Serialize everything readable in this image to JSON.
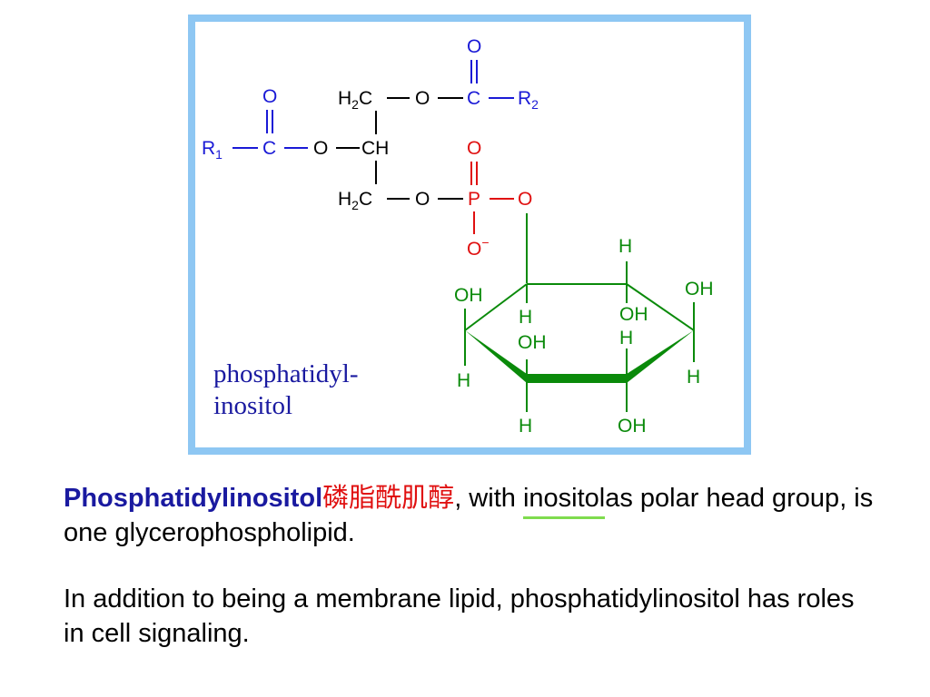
{
  "colors": {
    "frame": "#8ec7f3",
    "blue": "#1a1ad6",
    "red": "#e01010",
    "green": "#0a8a0a",
    "black": "#000000",
    "underline": "#7fdc4e",
    "caption": "#1a1aa0",
    "term": "#1a1aa0"
  },
  "structure": {
    "caption_line1": "phosphatidyl-",
    "caption_line2": "inositol",
    "glycerol": {
      "h": "H",
      "c": "C",
      "sub2": "2",
      "ch": "CH",
      "ester_o_top": "O",
      "ester_o_bottom": "O"
    },
    "acyl_top": {
      "carbonyl_o": "O",
      "carbon": "C",
      "r": "R",
      "r_sub": "2"
    },
    "acyl_left": {
      "carbonyl_o": "O",
      "carbon": "C",
      "ester_o": "O",
      "r": "R",
      "r_sub": "1"
    },
    "phosphate": {
      "p": "P",
      "o_double": "O",
      "o_bridge": "O",
      "o_minus": "O",
      "minus": "−"
    },
    "inositol": {
      "oh": "OH",
      "h": "H"
    }
  },
  "text": {
    "term": "Phosphatidylinositol",
    "term_cn": "磷脂酰肌醇",
    "p1_a": ", with ",
    "p1_underlined": "inositol ",
    "p1_b": "as polar head group, is one glycerophospholipid.",
    "p2": "In addition to being a membrane lipid, phosphatidylinositol has roles in cell signaling."
  }
}
